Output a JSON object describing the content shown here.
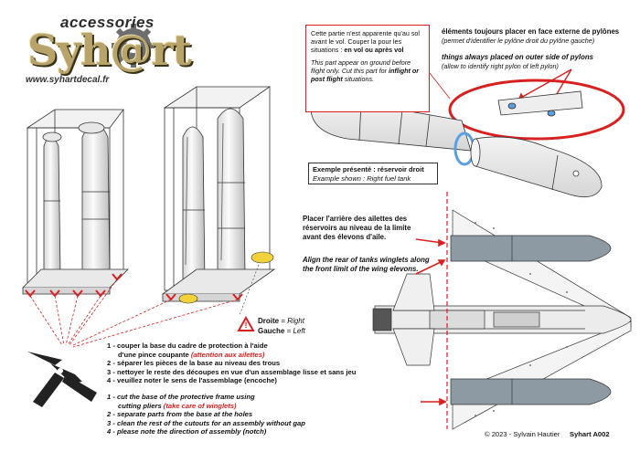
{
  "logo": {
    "top_word": "accessories",
    "brand": "Syh@rt",
    "url": "www.syhartdecal.fr"
  },
  "ground_note": {
    "fr_plain": "Cette partie n'est apparente qu'au sol avant le vol. Couper la pour les situations : ",
    "fr_bold": "en vol ou après vol",
    "en_plain": "This part appear on ground before flight only. Cut this part for ",
    "en_bold": "inflight or post flight",
    "en_tail": " situations."
  },
  "pylon_note": {
    "fr_title": "éléments toujours placer en face externe de pylônes",
    "fr_sub": "(permet d'identifier le pylône droit du pylône gauche)",
    "en_title": "things always placed on outer side of pylons",
    "en_sub": "(allow to identify right pylon of left pylon)"
  },
  "example": {
    "fr": "Exemple présenté : réservoir droit",
    "en": "Example shown : Right fuel tank"
  },
  "align": {
    "fr": "Placer l'arrière des ailettes des réservoirs au niveau de la limite avant des élevons d'aile.",
    "en": "Align the rear of tanks winglets along the front limit of the wing elevons."
  },
  "side_legend": {
    "droite_fr": "Droite",
    "droite_en": "Right",
    "gauche_fr": "Gauche",
    "gauche_en": "Left",
    "eq": " = "
  },
  "steps_fr": [
    {
      "n": "1 -",
      "text": "couper la base du cadre de protection à l'aide"
    },
    {
      "n": "",
      "text": "d'une pince coupante ",
      "red": "(attention aux ailettes)"
    },
    {
      "n": "2 -",
      "text": "séparer les pièces de la base au niveau des trous"
    },
    {
      "n": "3 -",
      "text": "nettoyer le reste des découpes en vue d'un assemblage lisse et sans jeu"
    },
    {
      "n": "4 -",
      "text": "veuillez noter le sens de l'assemblage (encoche)"
    }
  ],
  "steps_en": [
    {
      "n": "1 -",
      "text": "cut the base of the protective frame using"
    },
    {
      "n": "",
      "text": "cutting pliers ",
      "red": "(take care of winglets)"
    },
    {
      "n": "2 -",
      "text": "separate parts from the base at the holes"
    },
    {
      "n": "3 -",
      "text": "clean the rest of the cutouts for an assembly without gap"
    },
    {
      "n": "4 -",
      "text": "please note the direction of assembly (notch)"
    }
  ],
  "footer": {
    "copyright": "© 2023 - Sylvain Hautier",
    "ref": "Syhart A002"
  },
  "warning_symbol": "!",
  "colors": {
    "accent_red": "#d82020",
    "highlight_blue": "#5aa0e0",
    "highlight_yellow": "#f2d23a",
    "tank_grey": "#8d9aa4",
    "line_grey": "#444444"
  }
}
